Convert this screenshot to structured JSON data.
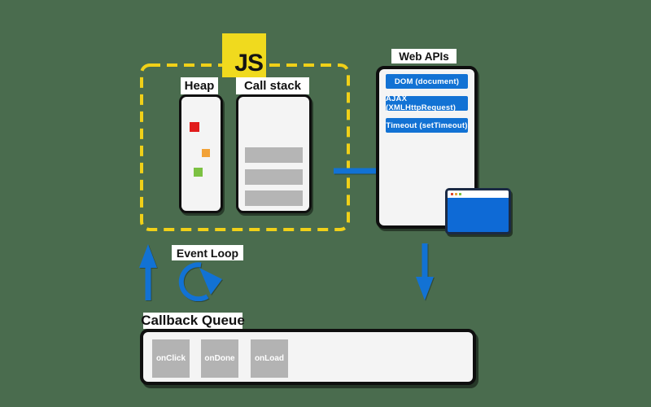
{
  "js_logo": {
    "label": "JS"
  },
  "heap": {
    "label": "Heap"
  },
  "call_stack": {
    "label": "Call stack",
    "frames": 3
  },
  "web_apis": {
    "label": "Web APIs",
    "items": [
      "DOM (document)",
      "AJAX (XMLHttpRequest)",
      "Timeout (setTimeout)"
    ]
  },
  "event_loop": {
    "label": "Event Loop"
  },
  "callback_queue": {
    "label": "Callback Queue",
    "items": [
      "onClick",
      "onDone",
      "onLoad"
    ]
  },
  "colors": {
    "background": "#4a6c4e",
    "accent_blue": "#1272d4",
    "js_yellow": "#f0da1e",
    "dash_yellow": "#f0d018",
    "box_fill": "#f4f4f4",
    "frame_gray": "#b5b5b5",
    "queue_gray": "#b3b3b3",
    "heap_red": "#e11c1c",
    "heap_orange": "#f2a237",
    "heap_green": "#7cc142",
    "browser_blue": "#0e6ad6",
    "browser_border": "#1b2a44",
    "label_bg": "#ffffff",
    "text": "#111111"
  }
}
